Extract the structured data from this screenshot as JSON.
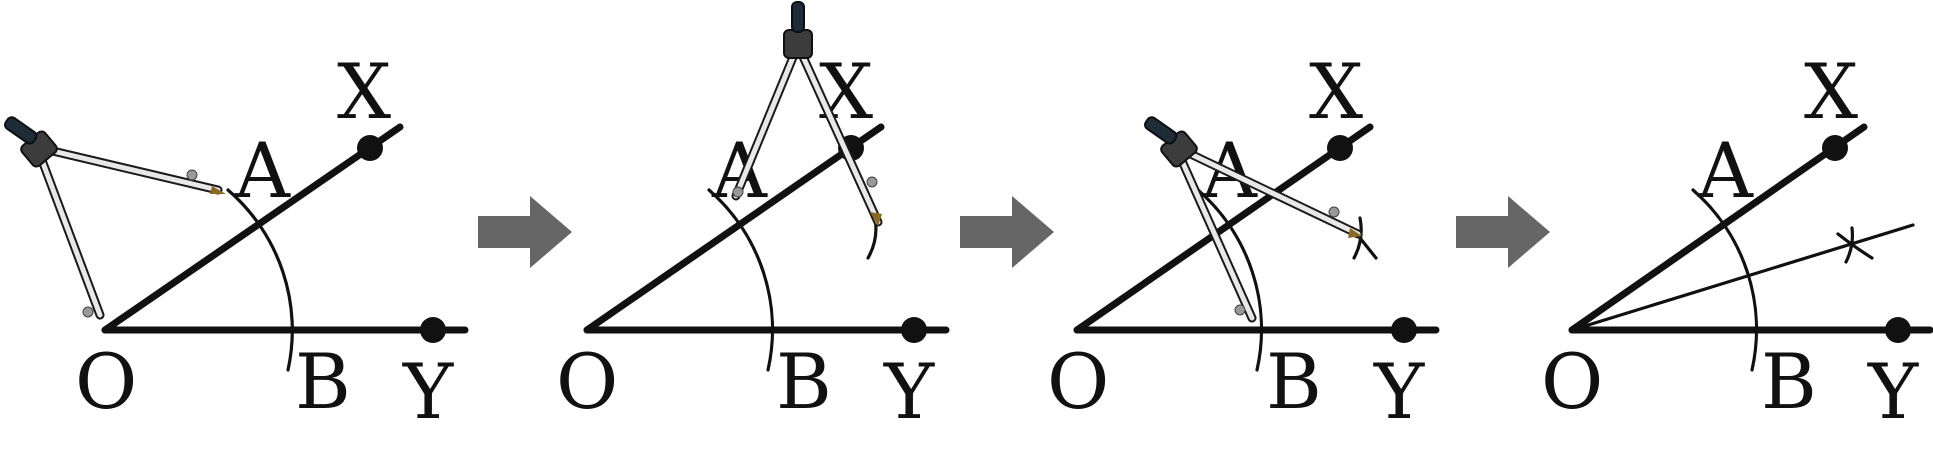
{
  "figure": {
    "steps": [
      {
        "labels": {
          "vertex": "O",
          "ray1_end": "X",
          "ray2_end": "Y",
          "point_a": "A",
          "point_b": "B"
        },
        "icons": [
          "compass-icon"
        ],
        "arcs": [
          "arc-through-A-and-B"
        ]
      },
      {
        "labels": {
          "vertex": "O",
          "ray1_end": "X",
          "ray2_end": "Y",
          "point_a": "A",
          "point_b": "B"
        },
        "icons": [
          "compass-icon"
        ],
        "arcs": [
          "arc-through-A-and-B",
          "arc-from-A"
        ]
      },
      {
        "labels": {
          "vertex": "O",
          "ray1_end": "X",
          "ray2_end": "Y",
          "point_a": "A",
          "point_b": "B"
        },
        "icons": [
          "compass-icon"
        ],
        "arcs": [
          "arc-through-A-and-B",
          "arc-from-A",
          "arc-from-B"
        ]
      },
      {
        "labels": {
          "vertex": "O",
          "ray1_end": "X",
          "ray2_end": "Y",
          "point_a": "A",
          "point_b": "B"
        },
        "icons": [],
        "arcs": [
          "arc-through-A-and-B",
          "arc-from-A",
          "arc-from-B"
        ],
        "bisector": true
      }
    ],
    "arrows": [
      "right-arrow-icon",
      "right-arrow-icon",
      "right-arrow-icon"
    ],
    "colors": {
      "ink": "#111111",
      "arrow": "#666666",
      "compass_grip": "#1e2c38"
    }
  }
}
